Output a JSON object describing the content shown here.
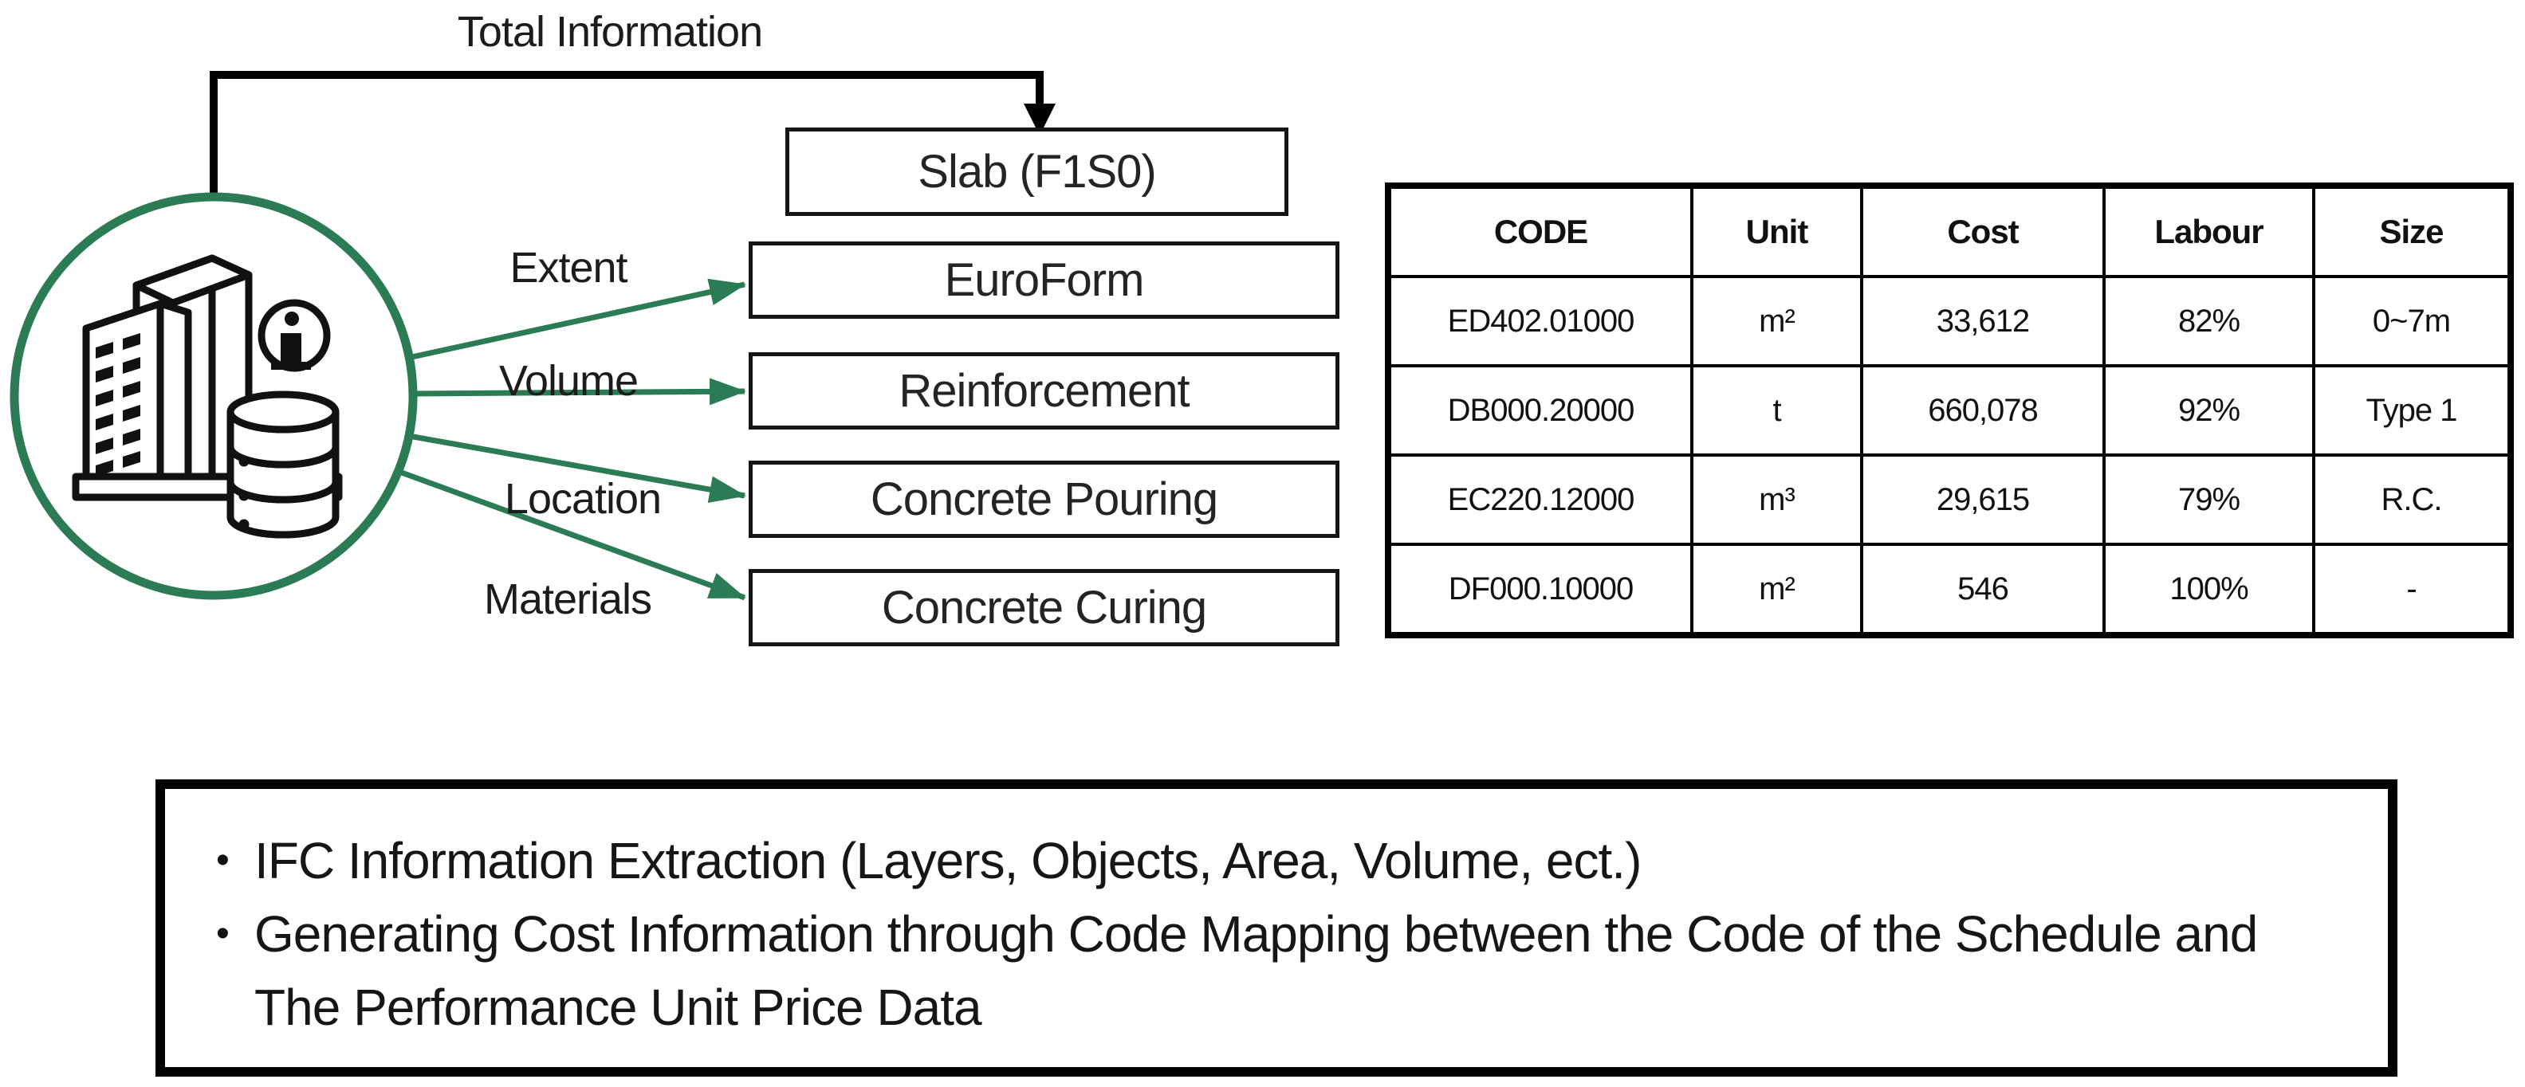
{
  "colors": {
    "accent_green": "#2b7b55",
    "line_black": "#000000"
  },
  "diagram": {
    "total_information_label": "Total Information",
    "source_icon": "building-database-info",
    "slab_label": "Slab (F1S0)",
    "edges": [
      {
        "label": "Extent",
        "target": "EuroForm"
      },
      {
        "label": "Volume",
        "target": "Reinforcement"
      },
      {
        "label": "Location",
        "target": "Concrete Pouring"
      },
      {
        "label": "Materials",
        "target": "Concrete Curing"
      }
    ]
  },
  "table": {
    "headers": [
      "CODE",
      "Unit",
      "Cost",
      "Labour",
      "Size"
    ],
    "rows": [
      [
        "ED402.01000",
        "m²",
        "33,612",
        "82%",
        "0~7m"
      ],
      [
        "DB000.20000",
        "t",
        "660,078",
        "92%",
        "Type 1"
      ],
      [
        "EC220.12000",
        "m³",
        "29,615",
        "79%",
        "R.C."
      ],
      [
        "DF000.10000",
        "m²",
        "546",
        "100%",
        "-"
      ]
    ]
  },
  "notes": {
    "bullet_glyph": "•",
    "bullets": [
      "IFC Information Extraction (Layers, Objects, Area, Volume, ect.)",
      "Generating Cost Information through Code Mapping between the Code of the Schedule and The Performance Unit Price Data"
    ]
  }
}
